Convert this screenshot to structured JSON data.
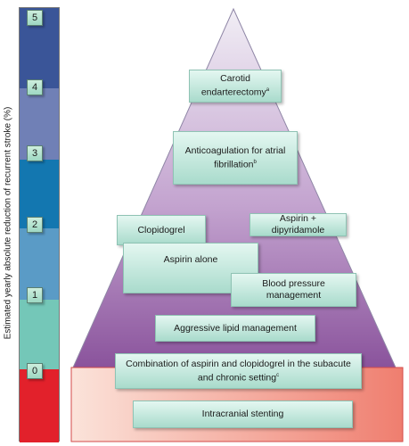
{
  "axis": {
    "label": "Estimated yearly absolute reduction of recurrent stroke (%)",
    "ticks": [
      "5",
      "4",
      "3",
      "2",
      "1",
      "0"
    ]
  },
  "colors": {
    "band_5": "#3a5598",
    "band_4": "#7080b6",
    "band_3": "#1377b0",
    "band_2": "#5a9bc6",
    "band_1": "#74c7b8",
    "band_0": "#e2212b",
    "pyramid_top": "#f1eef5",
    "pyramid_bottom": "#8a539c",
    "base_band_left": "#fbe3da",
    "base_band_right": "#ef7e6f"
  },
  "interventions": {
    "carotid": {
      "text": "Carotid endarterectomy",
      "note": "a"
    },
    "anticoagulation": {
      "text": "Anticoagulation for atrial fibrillation",
      "note": "b"
    },
    "clopidogrel": {
      "text": "Clopidogrel"
    },
    "aspirin_dipyridamole": {
      "text": "Aspirin + dipyridamole"
    },
    "aspirin_alone": {
      "text": "Aspirin alone"
    },
    "blood_pressure": {
      "text": "Blood pressure management"
    },
    "lipid": {
      "text": "Aggressive lipid management"
    },
    "combination": {
      "text": "Combination of aspirin and clopidogrel in the subacute and chronic setting",
      "note": "c"
    },
    "stenting": {
      "text": "Intracranial stenting"
    }
  }
}
